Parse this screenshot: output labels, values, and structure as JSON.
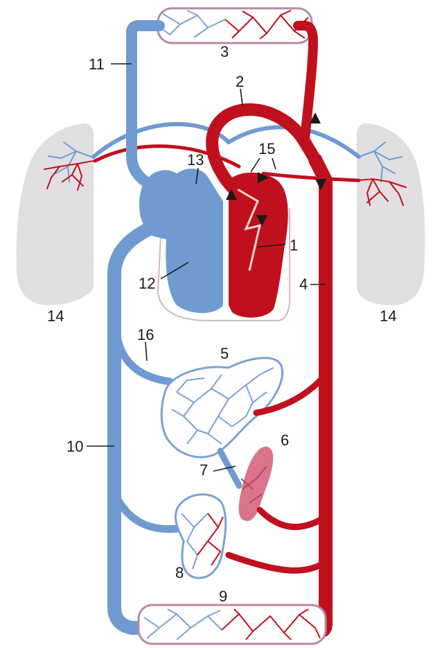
{
  "colors": {
    "vein_blue": "#6f9bd0",
    "artery_red": "#c0101e",
    "lung_gray": "#e1dfe1",
    "spleen_pink": "#d9748a"
  },
  "labels": {
    "l1": "1",
    "l2": "2",
    "l3": "3",
    "l4": "4",
    "l5": "5",
    "l6": "6",
    "l7": "7",
    "l8": "8",
    "l9": "9",
    "l10": "10",
    "l11": "11",
    "l12": "12",
    "l13": "13",
    "l14_left": "14",
    "l14_right": "14",
    "l15": "15",
    "l16": "16"
  }
}
